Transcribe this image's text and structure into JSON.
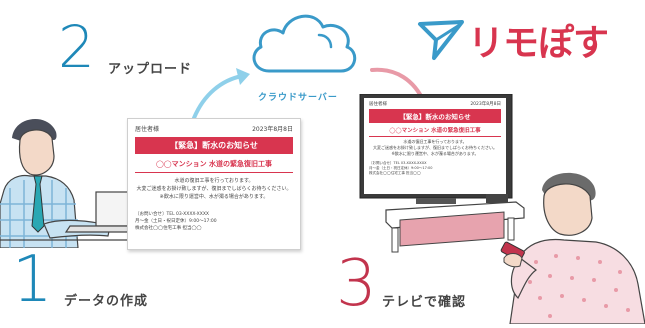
{
  "brand": {
    "logo_text": "リモぽす",
    "color": "#d8354f",
    "icon_color": "#3a9ac9"
  },
  "steps": [
    {
      "number": "2",
      "label": "アップロード",
      "color": "#1e88b8"
    },
    {
      "number": "1",
      "label": "データの作成",
      "color": "#1e88b8"
    },
    {
      "number": "3",
      "label": "テレビで確認",
      "color": "#c2344d"
    }
  ],
  "cloud": {
    "label": "クラウドサーバー",
    "color": "#3a9ac9"
  },
  "document": {
    "recipient": "居住者様",
    "date": "2023年8月8日",
    "title": "【緊急】断水のお知らせ",
    "subtitle": "◯◯マンション 水道の緊急復旧工事",
    "body": [
      "水道の復旧工事を行っております。",
      "大変ご迷惑をお掛け致しますが、復旧までしばらくお待ちください。",
      "※飲水に限り運営中、水が濁る場合があります。"
    ],
    "contact": [
      "〔お問い合せ〕TEL 03-XXXX-XXXX",
      "月〜金（土日・祝日定休）9:00〜17:00",
      "株式会社◯◯住宅工事 担当◯◯"
    ]
  }
}
